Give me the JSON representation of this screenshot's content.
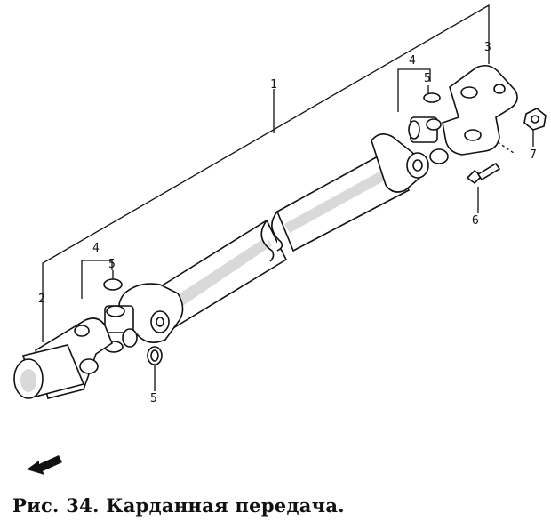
{
  "caption": "Рис. 34. Карданная передача.",
  "callouts": {
    "c1": "1",
    "c2": "2",
    "c3": "3",
    "c4_front": "4",
    "c4_rear": "4",
    "c5_front": "5",
    "c5_rear": "5",
    "c5_lower": "5",
    "c6": "6",
    "c7": "7"
  },
  "direction_icon": "front-direction-arrow-icon"
}
